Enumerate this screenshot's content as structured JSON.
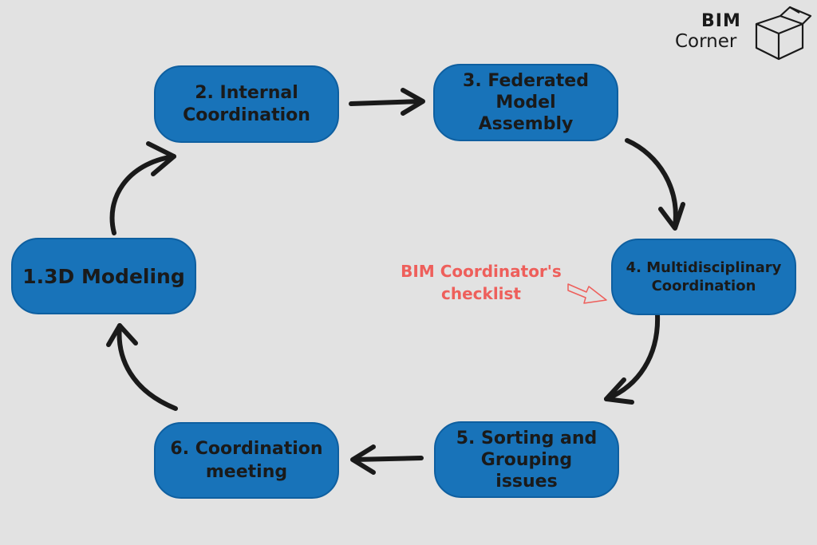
{
  "nodes": {
    "n1": "1.3D Modeling",
    "n2": "2. Internal\nCoordination",
    "n3": "3. Federated\nModel\nAssembly",
    "n4": "4. Multidisciplinary\nCoordination",
    "n5": "5. Sorting and\nGrouping\nissues",
    "n6": "6. Coordination\nmeeting"
  },
  "annotation": "BIM Coordinator's\nchecklist",
  "logo": {
    "line1": "BIM",
    "line2": "Corner"
  },
  "colors": {
    "background": "#e2e2e2",
    "node_fill": "#1873b9",
    "arrow": "#1a1a1a",
    "annotation": "#ee5f5b"
  }
}
